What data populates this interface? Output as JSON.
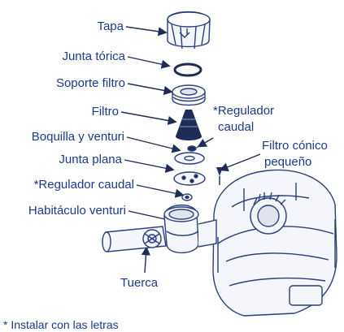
{
  "labels": {
    "tapa": "Tapa",
    "junta_torica": "Junta tórica",
    "soporte_filtro": "Soporte filtro",
    "filtro": "Filtro",
    "regulador_caudal_note": "*Regulador",
    "regulador_caudal_note2": "caudal",
    "boquilla_venturi": "Boquilla y venturi",
    "filtro_conico": "Filtro cónico",
    "filtro_conico2": "pequeño",
    "junta_plana": "Junta plana",
    "regulador_caudal": "*Regulador caudal",
    "habitaculo_venturi": "Habitáculo venturi",
    "tuerca": "Tuerca"
  },
  "footnote": "* Instalar con las letras",
  "colors": {
    "label": "#1b3a8c",
    "outline": "#2b3f7a",
    "fill": "#f4f6fb",
    "dark": "#1f2c55"
  }
}
